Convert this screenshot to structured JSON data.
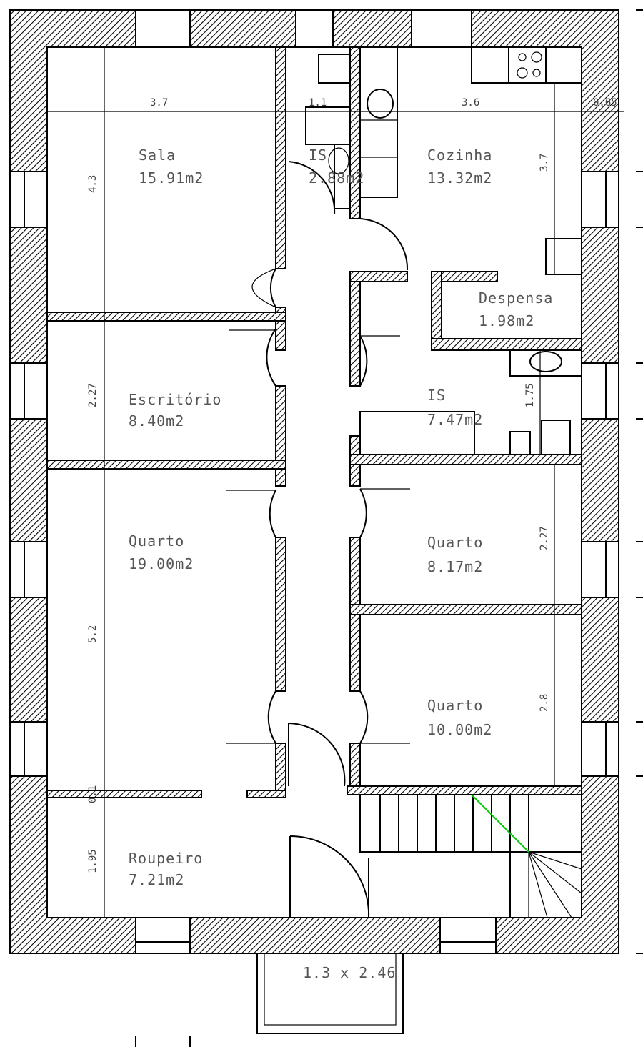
{
  "rooms": {
    "sala": {
      "name": "Sala",
      "area": "15.91m2"
    },
    "is_small": {
      "name": "IS",
      "area": "2.88m2"
    },
    "cozinha": {
      "name": "Cozinha",
      "area": "13.32m2"
    },
    "despensa": {
      "name": "Despensa",
      "area": "1.98m2"
    },
    "escritorio": {
      "name": "Escritório",
      "area": "8.40m2"
    },
    "is_large": {
      "name": "IS",
      "area": "7.47m2"
    },
    "quarto_big": {
      "name": "Quarto",
      "area": "19.00m2"
    },
    "quarto_mid": {
      "name": "Quarto",
      "area": "8.17m2"
    },
    "quarto_low": {
      "name": "Quarto",
      "area": "10.00m2"
    },
    "roupeiro": {
      "name": "Roupeiro",
      "area": "7.21m2"
    }
  },
  "dimensions": {
    "top_left": "3.7",
    "top_mid": "1.1",
    "top_right": "3.6",
    "top_edge": "0.65",
    "sala_height": "4.3",
    "cozinha_height": "3.7",
    "escritorio_height": "2.27",
    "is_height": "1.75",
    "quarto_big_height": "5.2",
    "quarto_mid_height": "2.27",
    "quarto_low_height": "2.8",
    "roupeiro_height": "1.95",
    "roupeiro_gap": "0.1"
  },
  "porch": {
    "size": "1.3 x 2.46"
  }
}
